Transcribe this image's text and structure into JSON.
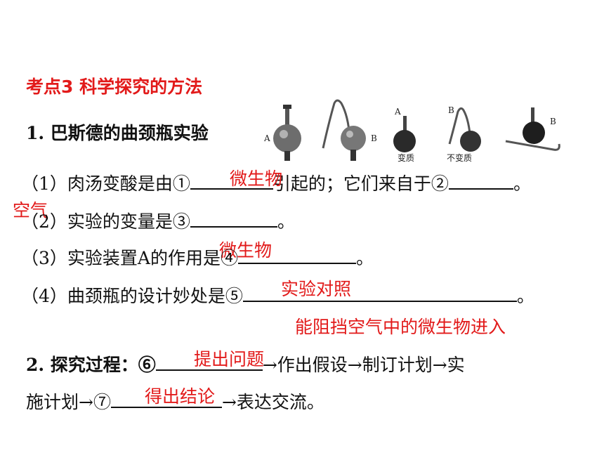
{
  "heading": "考点3  科学探究的方法",
  "item1": {
    "title": "1. 巴斯德的曲颈瓶实验"
  },
  "figure": {
    "labels": [
      "A",
      "B",
      "A",
      "B",
      "B"
    ],
    "captions": [
      "变质",
      "不变质"
    ]
  },
  "q1": {
    "prefix": "（1）肉汤变酸是由①",
    "middle": "引起的；它们来自于②",
    "suffix": "。",
    "answer1": "微生物",
    "answer2": "空气"
  },
  "q2": {
    "prefix": "（2）实验的变量是③",
    "suffix": "。",
    "answer": "微生物"
  },
  "q3": {
    "prefix": "（3）实验装置A的作用是④",
    "suffix": "。",
    "answer": "实验对照"
  },
  "q4": {
    "prefix": "（4）曲颈瓶的设计妙处是⑤",
    "suffix": "。",
    "answer": "能阻挡空气中的微生物进入"
  },
  "item2": {
    "line1_prefix": "2. 探究过程：⑥",
    "line1_suffix": "→作出假设→制订计划→实",
    "line2_prefix": "施计划→⑦",
    "line2_suffix": "→表达交流。",
    "answer6": "提出问题",
    "answer7": "得出结论"
  }
}
